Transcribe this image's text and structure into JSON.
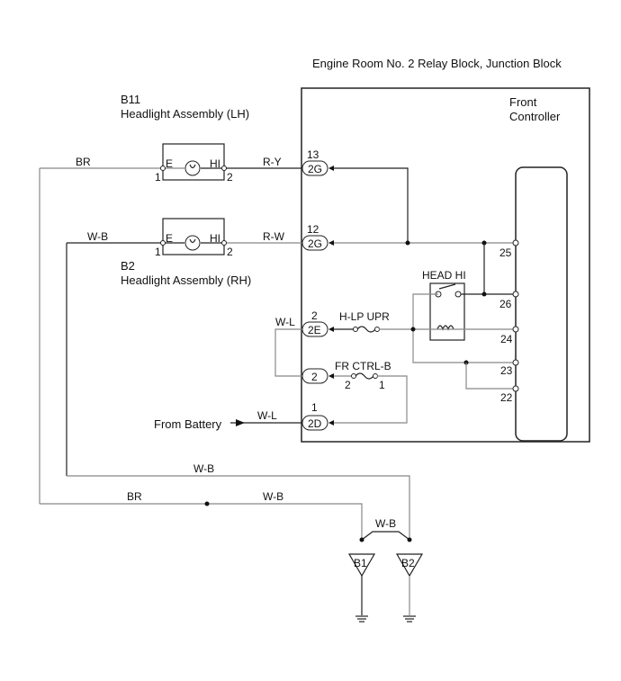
{
  "title": "Engine Room No. 2 Relay Block, Junction Block",
  "front_controller_label": [
    "Front",
    "Controller"
  ],
  "components": {
    "lh": {
      "code": "B11",
      "name": "Headlight Assembly (LH)",
      "pin_e": "E",
      "pin_hi": "HI",
      "pin1": "1",
      "pin2": "2"
    },
    "rh": {
      "code": "B2",
      "name": "Headlight Assembly (RH)",
      "pin_e": "E",
      "pin_hi": "HI",
      "pin1": "1",
      "pin2": "2"
    }
  },
  "wires": {
    "lh_ground": "BR",
    "lh_hi": "R-Y",
    "rh_ground": "W-B",
    "rh_hi": "R-W",
    "hlp_wl": "W-L",
    "battery_wl": "W-L",
    "bottom_wb": "W-B",
    "bottom_br": "BR",
    "bottom_wb2": "W-B",
    "ground_bridge": "W-B"
  },
  "connectors": [
    {
      "id": "2G",
      "pin": "13"
    },
    {
      "id": "2G",
      "pin": "12"
    },
    {
      "id": "2E",
      "pin": "2"
    },
    {
      "id": "2",
      "pin": ""
    },
    {
      "id": "2D",
      "pin": "1"
    }
  ],
  "fuses": {
    "hlp": {
      "name": "H-LP UPR"
    },
    "frctrl": {
      "name": "FR CTRL-B",
      "pin_left": "2",
      "pin_right": "1"
    }
  },
  "relay": {
    "name": "HEAD HI"
  },
  "controller_pins": [
    "25",
    "26",
    "24",
    "23",
    "22"
  ],
  "battery_label": "From Battery",
  "grounds": [
    "B1",
    "B2"
  ]
}
